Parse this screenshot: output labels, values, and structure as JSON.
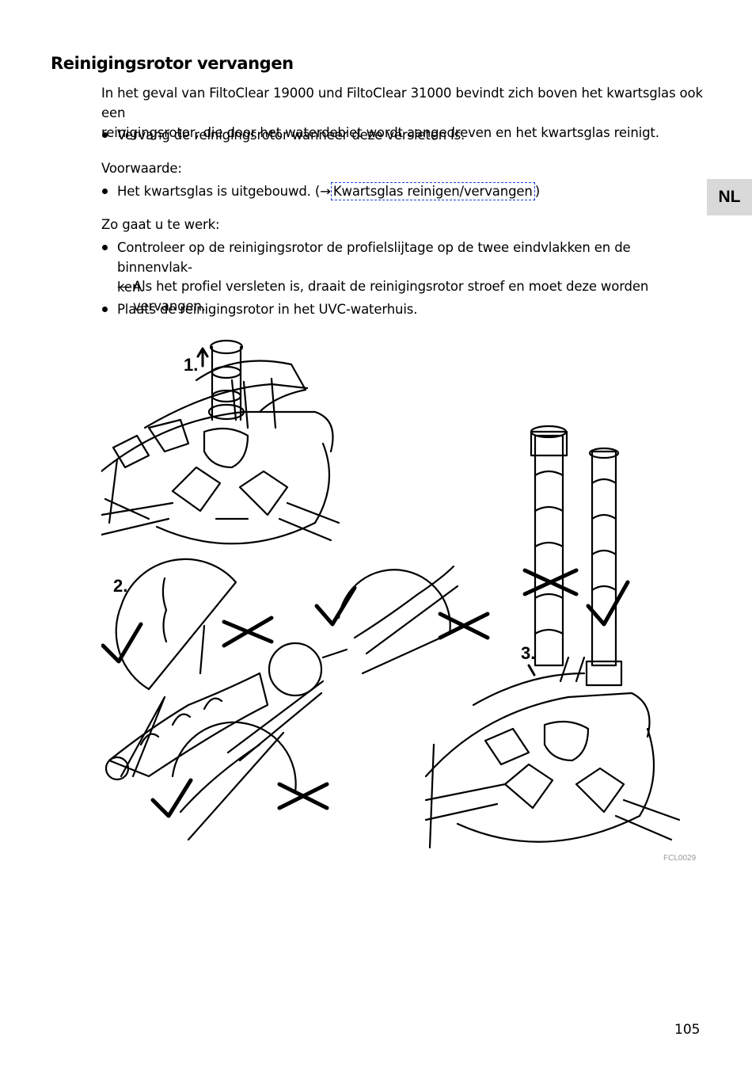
{
  "heading": "Reinigingsrotor vervangen",
  "intro_line1": "In het geval van FiltoClear 19000 und FiltoClear 31000 bevindt zich boven het kwartsglas ook een",
  "intro_line2": "reinigingsrotor, die door het waterdebiet wordt aangedreven en het kwartsglas reinigt.",
  "bullet_replace": "Vervang de reinigingsrotor wanneer deze versleten is.",
  "precondition_label": "Voorwaarde:",
  "precondition_text": "Het kwartsglas is uitgebouwd. (→",
  "precondition_link": "Kwartsglas reinigen/vervangen",
  "precondition_close": ")",
  "lang_tab": "NL",
  "steps_label": "Zo gaat u te werk:",
  "step1_line1": "Controleer op de reinigingsrotor de profielslijtage op de twee eindvlakken en de binnenvlak-",
  "step1_line2": "ken.",
  "step1_sub": "Als het profiel versleten is, draait de reinigingsrotor stroef en moet deze worden vervangen.",
  "step2": "Plaats de reinigingsrotor in het UVC-waterhuis.",
  "figure": {
    "label_1": "1.",
    "label_2": "2.",
    "label_3": "3.",
    "code": "FCL0029"
  },
  "page_number": "105"
}
